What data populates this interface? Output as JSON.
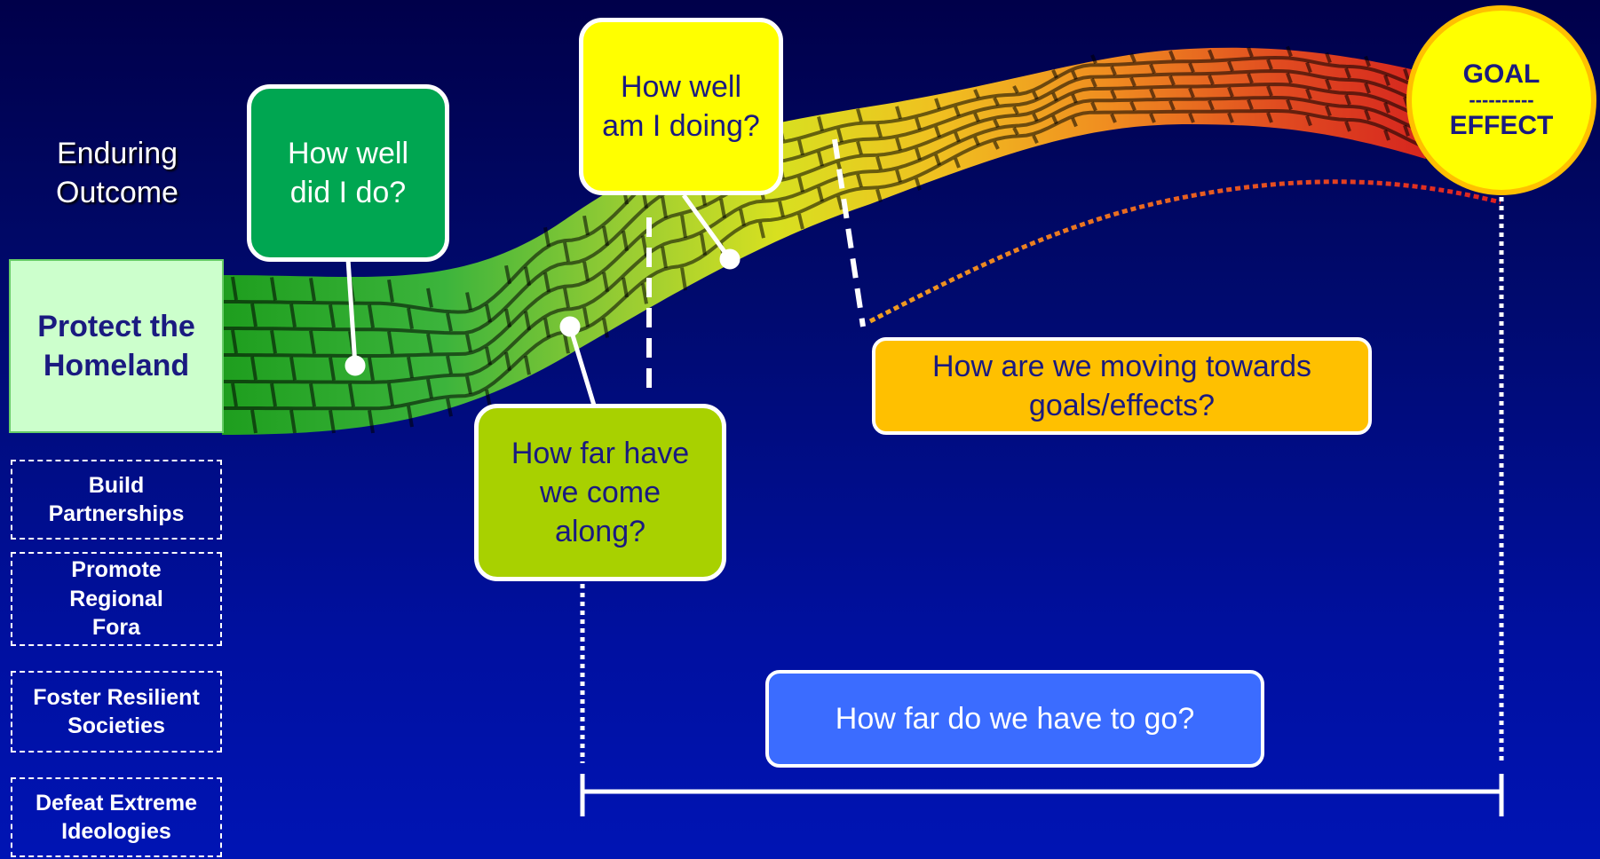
{
  "enduring_outcome_label": "Enduring\nOutcome",
  "outcome_box": {
    "text": "Protect the\nHomeland",
    "fill": "#ccffcc"
  },
  "lines_of_effort": [
    {
      "text": "Build\nPartnerships"
    },
    {
      "text": "Promote\nRegional\nFora"
    },
    {
      "text": "Foster Resilient\nSocieties"
    },
    {
      "text": "Defeat Extreme\nIdeologies"
    }
  ],
  "callouts": {
    "how_well_did": {
      "text": "How well\ndid I do?",
      "fill": "#00a651",
      "text_color": "#ffffff"
    },
    "how_well_am": {
      "text": "How well\nam I doing?",
      "fill": "#ffff00",
      "text_color": "#1a1a80"
    },
    "how_far_come": {
      "text": "How far have\nwe come\nalong?",
      "fill": "#a8d100",
      "text_color": "#1a1a80"
    },
    "moving_towards": {
      "text": "How are we moving towards\ngoals/effects?",
      "fill": "#ffc000",
      "text_color": "#1a1a80"
    },
    "how_far_go": {
      "text": "How far do we have to go?",
      "fill": "#3b6cff",
      "text_color": "#ffffff"
    }
  },
  "goal_circle": {
    "line1": "GOAL",
    "divider": "----------",
    "line2": "EFFECT",
    "fill": "#ffff00",
    "border": "#ffc000",
    "text_color": "#1a1a80"
  },
  "road_colors": [
    "#1e9e1e",
    "#3cb43c",
    "#9acd32",
    "#d8e020",
    "#f0c020",
    "#f08c20",
    "#e04a20",
    "#d41e1e"
  ]
}
